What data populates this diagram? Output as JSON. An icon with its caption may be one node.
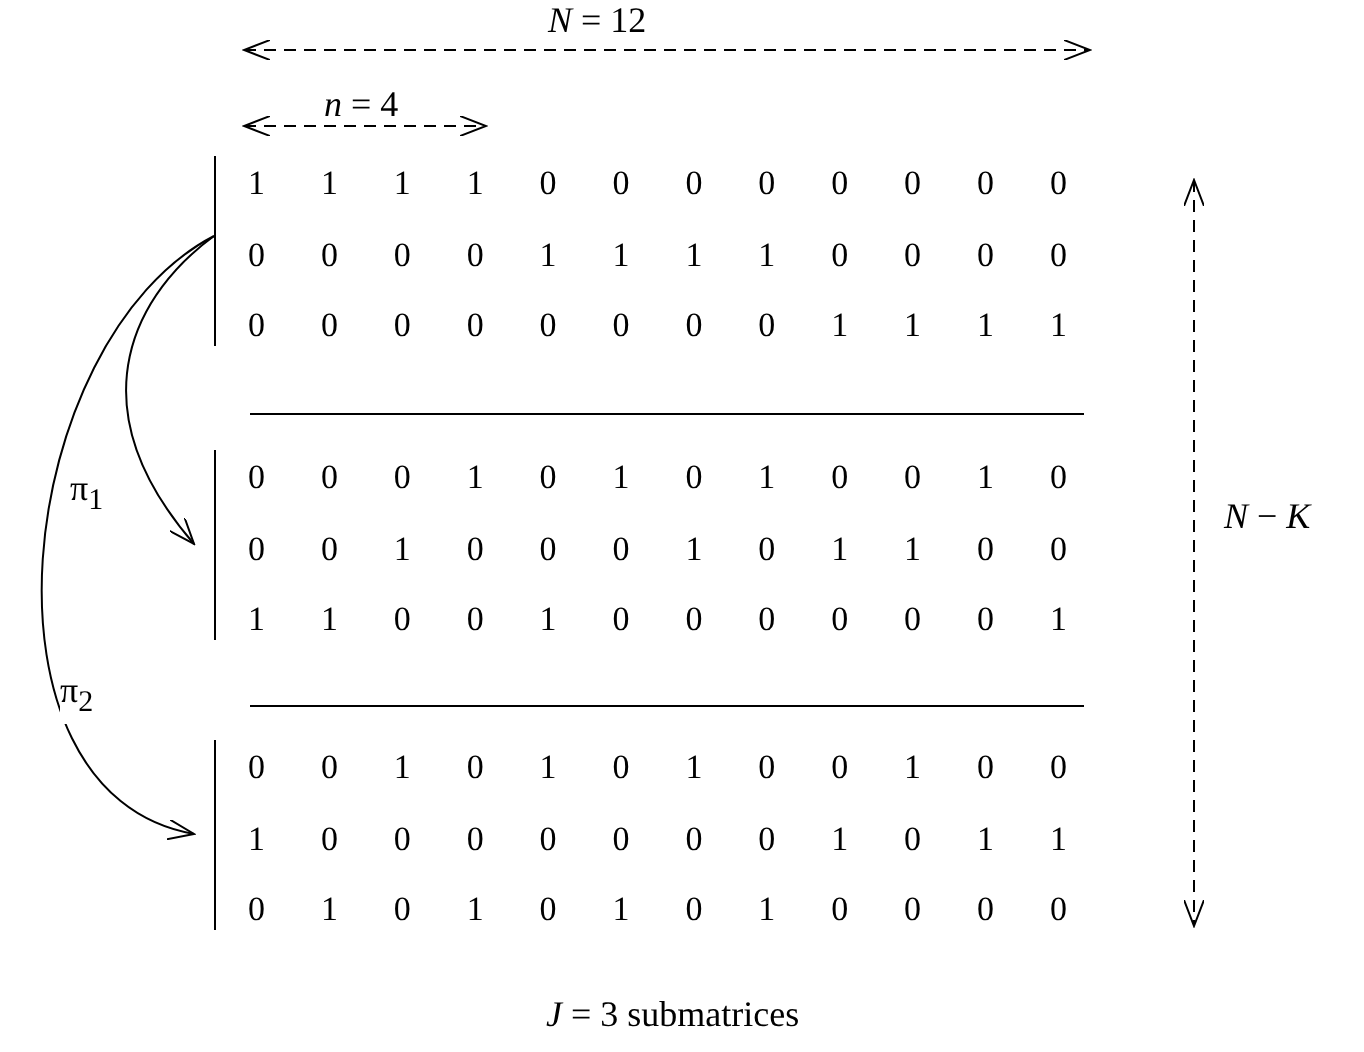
{
  "diagram": {
    "caption": "*J* = 3 submatrices",
    "nodes": [
      {
        "text": [
          "1 1 1 1 0 0 0 0 0 0 0 0",
          "0 0 0 0 1 1 1 1 0 0 0 0",
          "0 0 0 0 0 0 0 0 1 1 1 1"
        ]
      },
      {
        "text": [
          "0 0 0 1 0 1 0 1 0 0 1 0",
          "0 0 1 0 0 0 1 0 1 1 0 0",
          "1 1 0 0 1 0 0 0 0 0 0 1"
        ]
      },
      {
        "text": [
          "0 0 1 0 1 0 1 0 0 1 0 0",
          "1 0 0 0 0 0 0 0 1 0 1 1",
          "0 1 0 1 0 1 0 1 0 0 0 0"
        ]
      }
    ],
    "edges": [
      {
        "from": 0,
        "to": 1,
        "arrow": "to",
        "label": "π$_{1}$"
      },
      {
        "from": 0,
        "to": 2,
        "arrow": "to",
        "label": "π$_{2}$"
      }
    ],
    "labels": [
      "*N* = 12",
      "*n* = 4",
      "*N* − *K*"
    ]
  }
}
